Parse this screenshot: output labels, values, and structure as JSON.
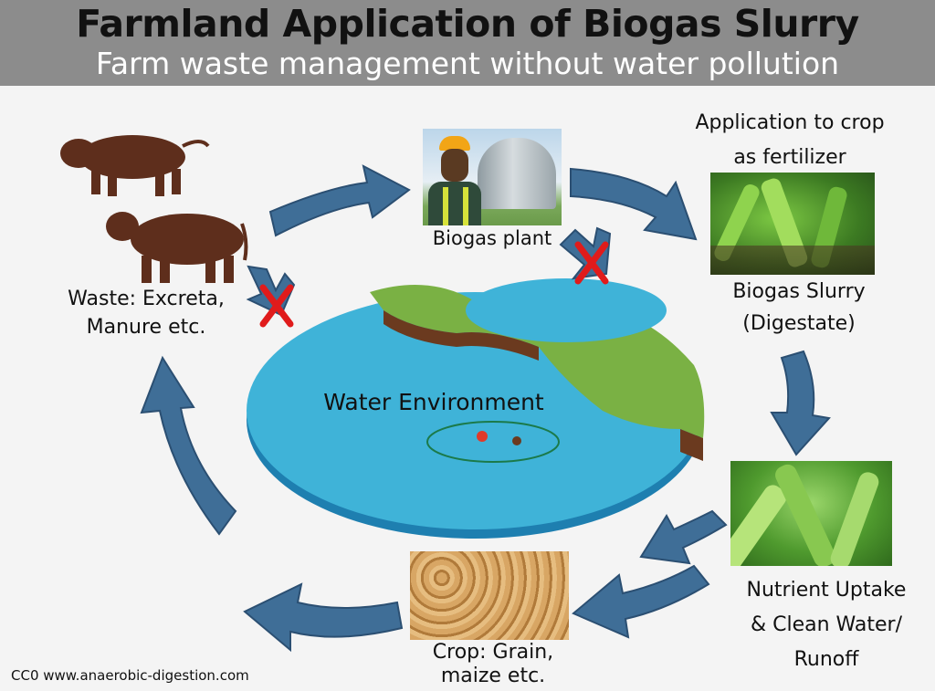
{
  "header": {
    "title": "Farmland Application of Biogas Slurry",
    "subtitle": "Farm waste management without water pollution"
  },
  "labels": {
    "waste": "Waste: Excreta,\nManure etc.",
    "biogas_plant": "Biogas plant",
    "application": "Application to crop\nas fertilizer",
    "slurry": "Biogas Slurry\n(Digestate)",
    "nutrient": "Nutrient Uptake\n& Clean Water/\nRunoff",
    "crop": "Crop: Grain,\nmaize etc.",
    "water": "Water Environment"
  },
  "credit": "CC0 www.anaerobic-digestion.com",
  "colors": {
    "arrow_fill": "#3f6e97",
    "arrow_stroke": "#2b4f72",
    "cross": "#e01b1b",
    "water": "#3fb3d8",
    "land": "#7ab144",
    "soil": "#6b3a1f",
    "animal": "#5e2e1c"
  }
}
